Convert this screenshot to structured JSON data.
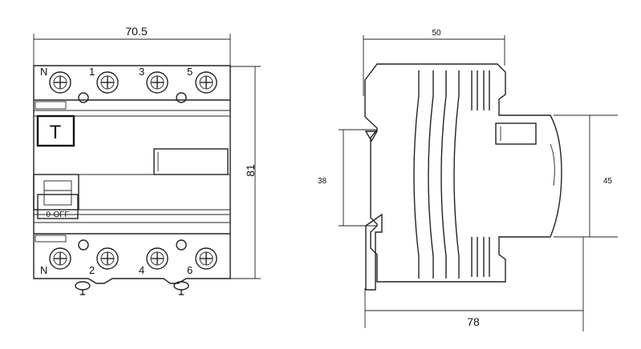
{
  "front_view": {
    "width_dim": "70.5",
    "height_dim": "81",
    "top_terminals": [
      "N",
      "1",
      "3",
      "5"
    ],
    "bottom_terminals": [
      "N",
      "2",
      "4",
      "6"
    ],
    "test_button": "T",
    "switch_label": "0-OFF"
  },
  "side_view": {
    "depth_dim": "50",
    "rail_dim": "38",
    "front_height_dim": "45",
    "total_depth_dim": "78"
  }
}
